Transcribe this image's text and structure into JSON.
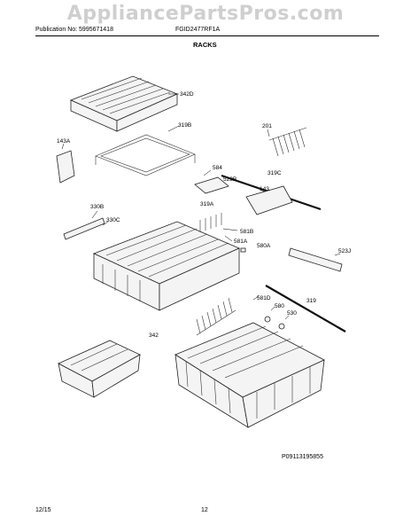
{
  "watermark": "AppliancePartsPros.com",
  "header": {
    "publication": "Publication No: 5995671418",
    "model": "FGID2477RF1A",
    "section_title": "RACKS"
  },
  "parts": {
    "p342D": "342D",
    "p319B": "319B",
    "p143A": "143A",
    "p201": "201",
    "p584": "584",
    "p523B": "523B",
    "p319C": "319C",
    "p143": "143",
    "p330B": "330B",
    "p330C": "330C",
    "p319A": "319A",
    "p581B": "581B",
    "p581A": "581A",
    "p580A": "580A",
    "p523J": "523J",
    "p581D": "581D",
    "p580": "580",
    "p319": "319",
    "p530": "530",
    "p342": "342"
  },
  "footer": {
    "date": "12/15",
    "page": "12",
    "illustration_number": "P09113195855"
  }
}
